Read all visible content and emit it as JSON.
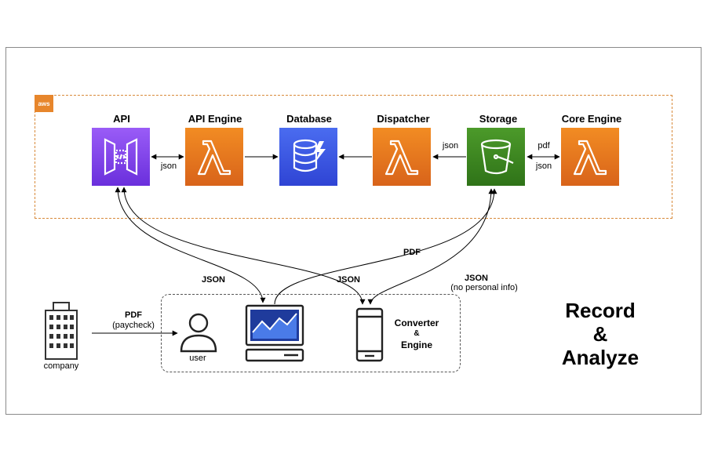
{
  "aws_badge": "aws",
  "services": {
    "api": {
      "label": "API",
      "icon": "api-gateway-icon",
      "color": "#7b3ff2"
    },
    "api_engine": {
      "label": "API Engine",
      "icon": "lambda-icon",
      "color": "#e8741a"
    },
    "database": {
      "label": "Database",
      "icon": "dynamodb-icon",
      "color": "#3b57e8"
    },
    "dispatcher": {
      "label": "Dispatcher",
      "icon": "lambda-icon",
      "color": "#e8741a"
    },
    "storage": {
      "label": "Storage",
      "icon": "s3-bucket-icon",
      "color": "#3f8a24"
    },
    "core_engine": {
      "label": "Core Engine",
      "icon": "lambda-icon",
      "color": "#e8741a"
    }
  },
  "edge_labels": {
    "api_apiengine": "json",
    "dispatcher_storage": "json",
    "storage_core_top": "pdf",
    "storage_core_bottom": "json",
    "pdf_to_storage": "PDF",
    "json_api_monitor": "JSON",
    "json_api_phone": "JSON",
    "json_storage_phone": "JSON",
    "json_storage_phone_note": "(no personal info)",
    "company_user": "PDF",
    "company_user_note": "(paycheck)"
  },
  "actors": {
    "company": "company",
    "user": "user",
    "converter_line1": "Converter",
    "converter_line2": "&",
    "converter_line3": "Engine"
  },
  "headline": {
    "line1": "Record",
    "line2": "&",
    "line3": "Analyze"
  }
}
